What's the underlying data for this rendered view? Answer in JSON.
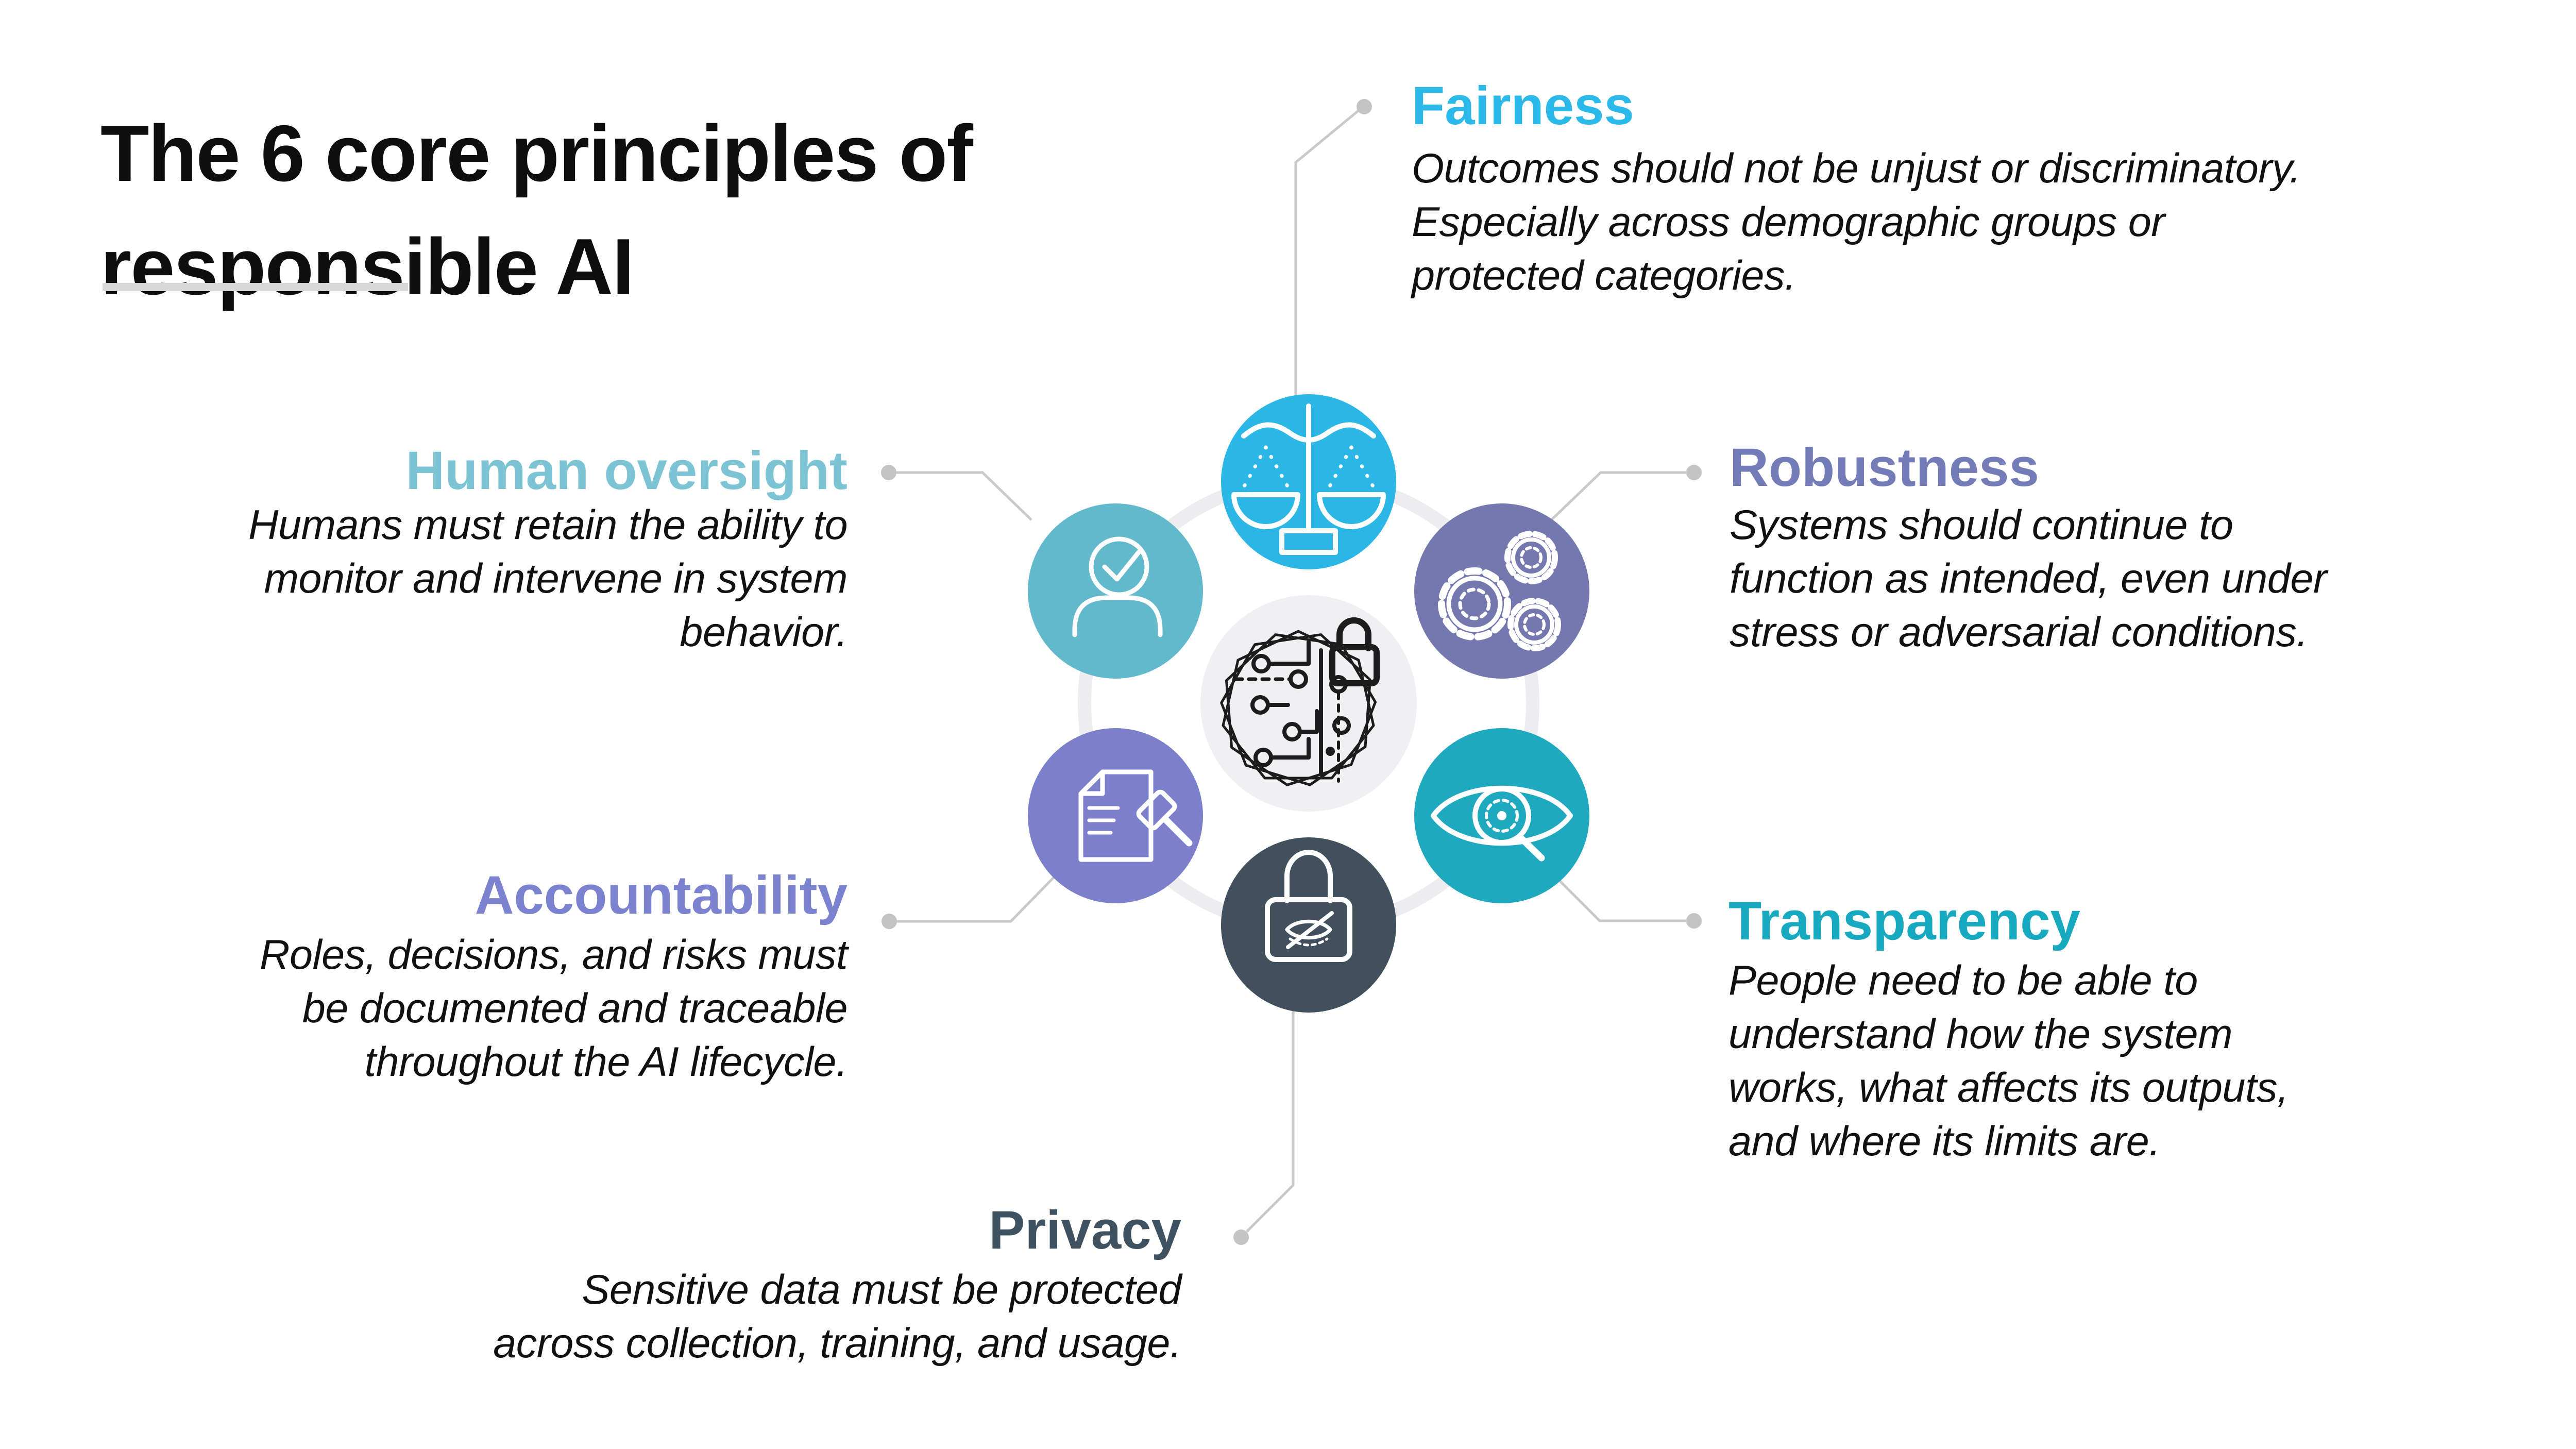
{
  "title": {
    "text": "The 6 core principles of\nresponsible AI"
  },
  "principles": {
    "fairness": {
      "label": "Fairness",
      "description": "Outcomes should not be unjust or discriminatory.\nEspecially across demographic groups or\nprotected categories.",
      "color": "#2BB9E9",
      "circle_color": "#2AB7E5",
      "icon": "scales-of-justice"
    },
    "robustness": {
      "label": "Robustness",
      "description": "Systems should continue to\nfunction as intended, even under\nstress or adversarial conditions.",
      "color": "#737CB6",
      "circle_color": "#7478AE",
      "icon": "gears"
    },
    "transparency": {
      "label": "Transparency",
      "description": "People need to be able to\nunderstand how the system\nworks, what affects its outputs,\nand where its limits are.",
      "color": "#17A9C0",
      "circle_color": "#1FA9BE",
      "icon": "eye-magnifier"
    },
    "privacy": {
      "label": "Privacy",
      "description": "Sensitive data must be protected\nacross collection, training, and usage.",
      "color": "#3E5261",
      "circle_color": "#41505C",
      "icon": "padlock-hidden-eye"
    },
    "accountability": {
      "label": "Accountability",
      "description": "Roles, decisions, and risks must\nbe documented and traceable\nthroughout the AI lifecycle.",
      "color": "#7B82CF",
      "circle_color": "#7C80CB",
      "icon": "document-gavel"
    },
    "human_oversight": {
      "label": "Human oversight",
      "description": "Humans must retain the ability to\nmonitor and intervene in system\nbehavior.",
      "color": "#7CC3D4",
      "circle_color": "#63B9CC",
      "icon": "person-check"
    }
  },
  "center": {
    "icon": "ai-circuit-lock",
    "circle_color": "#F0F0F2"
  },
  "colors": {
    "background": "#FFFFFF",
    "title": "#0E0E0E",
    "body_text": "#111111",
    "divider": "#D8D8D8",
    "ring": "#EDEDEF",
    "connector": "#C9C9C9",
    "connector_dot": "#C4C4C4"
  }
}
